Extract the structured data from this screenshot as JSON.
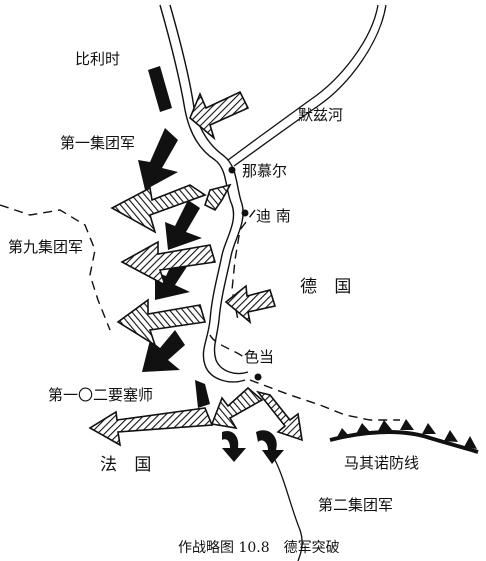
{
  "labels": {
    "belgium": "比利时",
    "first_army_group": "第一集团军",
    "ninth_army_group": "第九集团军",
    "meuse": "默兹河",
    "namur": "那慕尔",
    "dinant": "迪 南",
    "germany": "德 国",
    "sedan": "色当",
    "division_102": "第一〇二要塞师",
    "france": "法 国",
    "maginot": "马其诺防线",
    "second_army_group": "第二集团军"
  },
  "caption": "作战略图 10.8　德军突破",
  "colors": {
    "ink": "#111111",
    "background": "#ffffff"
  }
}
